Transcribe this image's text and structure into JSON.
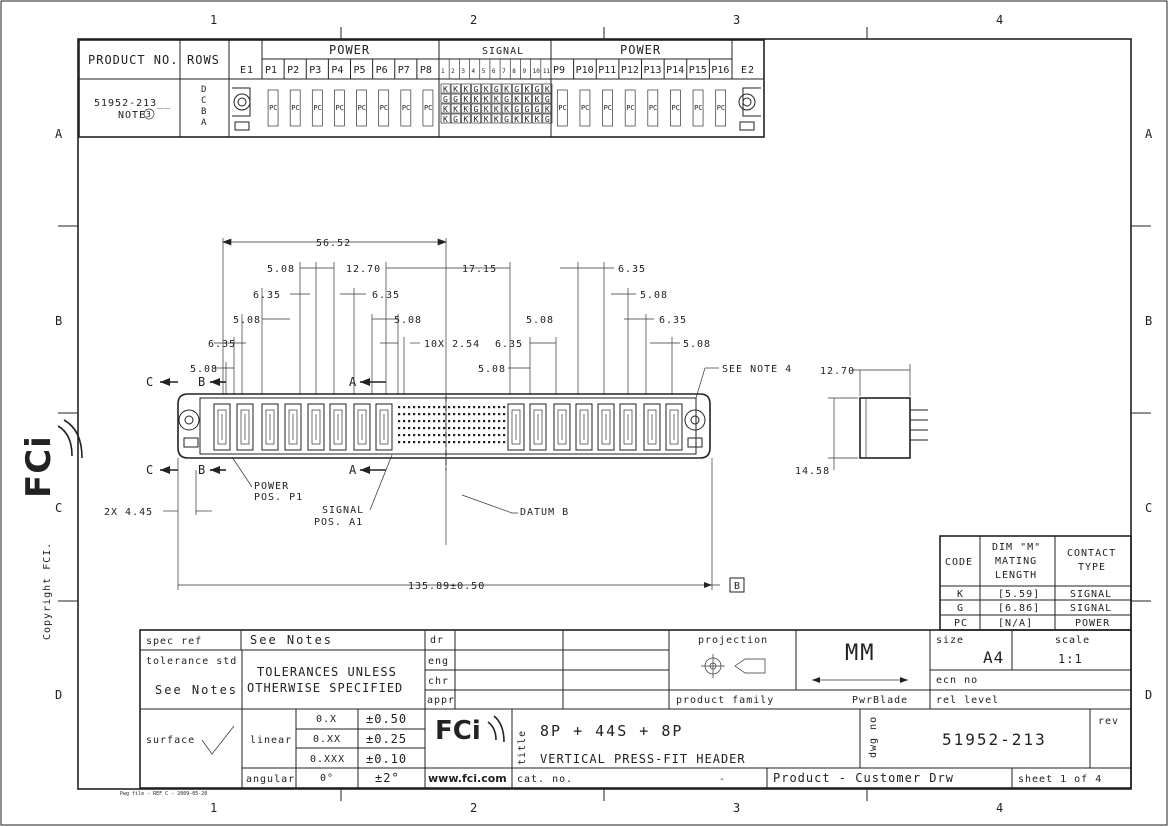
{
  "zones": {
    "columns": [
      "1",
      "2",
      "3",
      "4"
    ],
    "rows": [
      "A",
      "B",
      "C",
      "D"
    ]
  },
  "copyright": "Copyright FCI.",
  "side_logo": "FCi",
  "connector_table": {
    "product_no_header": "PRODUCT NO.",
    "rows_header": "ROWS",
    "power_header_left": "POWER",
    "signal_header": "SIGNAL",
    "power_header_right": "POWER",
    "e1": "E1",
    "e2": "E2",
    "power_left_pins": [
      "P1",
      "P2",
      "P3",
      "P4",
      "P5",
      "P6",
      "P7",
      "P8"
    ],
    "signal_pins": [
      "1",
      "2",
      "3",
      "4",
      "5",
      "6",
      "7",
      "8",
      "9",
      "10",
      "11"
    ],
    "power_right_pins": [
      "P9",
      "P10",
      "P11",
      "P12",
      "P13",
      "P14",
      "P15",
      "P16"
    ],
    "product_no": "51952-213__",
    "note": "NOTE",
    "note_num": "3",
    "row_letters": [
      "D",
      "C",
      "B",
      "A"
    ],
    "pc_label": "PC",
    "signal_grid": [
      [
        "K",
        "K",
        "K",
        "G",
        "K",
        "G",
        "K",
        "G",
        "K",
        "G",
        "K"
      ],
      [
        "G",
        "G",
        "K",
        "K",
        "K",
        "K",
        "G",
        "K",
        "K",
        "K",
        "G"
      ],
      [
        "K",
        "K",
        "K",
        "G",
        "K",
        "K",
        "K",
        "G",
        "G",
        "G",
        "K"
      ],
      [
        "K",
        "G",
        "K",
        "K",
        "K",
        "K",
        "G",
        "K",
        "K",
        "K",
        "G"
      ]
    ]
  },
  "dimensions": {
    "d_56_52": "56.52",
    "d_12_70": "12.70",
    "d_17_15": "17.15",
    "d_10x": "10X 2.54",
    "d_5_08": "5.08",
    "d_6_35": "6.35",
    "d_overall": "135.89±0.50",
    "d_2x": "2X 4.45",
    "side_width": "12.70",
    "side_height": "14.58",
    "see_note": "SEE NOTE 4",
    "power_pos": [
      "POWER",
      "POS. P1"
    ],
    "signal_pos": [
      "SIGNAL",
      "POS. A1"
    ],
    "datum": "DATUM B",
    "datum_box": "B",
    "section_a": "A",
    "section_b": "B",
    "section_c": "C"
  },
  "code_table": {
    "headers": [
      "CODE",
      "DIM \"M\"",
      "MATING",
      "LENGTH",
      "CONTACT",
      "TYPE"
    ],
    "rows": [
      {
        "code": "K",
        "dim": "[5.59]",
        "type": "SIGNAL"
      },
      {
        "code": "G",
        "dim": "[6.86]",
        "type": "SIGNAL"
      },
      {
        "code": "PC",
        "dim": "[N/A]",
        "type": "POWER"
      }
    ]
  },
  "title_block": {
    "spec_ref": "spec ref",
    "see_notes_1": "See Notes",
    "tolerance_std": "tolerance std",
    "tolerances_line1": "TOLERANCES UNLESS",
    "tolerances_line2": "OTHERWISE SPECIFIED",
    "see_notes_2": "See Notes",
    "surface": "surface",
    "linear": "linear",
    "angular": "angular",
    "tol_rows": [
      {
        "fmt": "0.X",
        "val": "±0.50"
      },
      {
        "fmt": "0.XX",
        "val": "±0.25"
      },
      {
        "fmt": "0.XXX",
        "val": "±0.10"
      },
      {
        "fmt": "0°",
        "val": "±2°"
      }
    ],
    "dr": "dr",
    "eng": "eng",
    "chr": "chr",
    "appr": "appr",
    "projection": "projection",
    "units": "MM",
    "size_label": "size",
    "size": "A4",
    "scale_label": "scale",
    "scale": "1:1",
    "ecn": "ecn no",
    "product_family_label": "product family",
    "product_family": "PwrBlade",
    "rel_level": "rel level",
    "title_label": "title",
    "title1": "8P + 44S + 8P",
    "title2": "VERTICAL PRESS-FIT HEADER",
    "dwg_label": "dwg no",
    "dwg_no": "51952-213",
    "rev": "rev",
    "cat_no": "cat. no.",
    "cat_val": "-",
    "product_customer": "Product - Customer Drw",
    "sheet": "sheet 1 of 4",
    "website": "www.fci.com",
    "logo": "FCi",
    "footer_note": "Pwg file - REF C - 2009-05-20"
  }
}
